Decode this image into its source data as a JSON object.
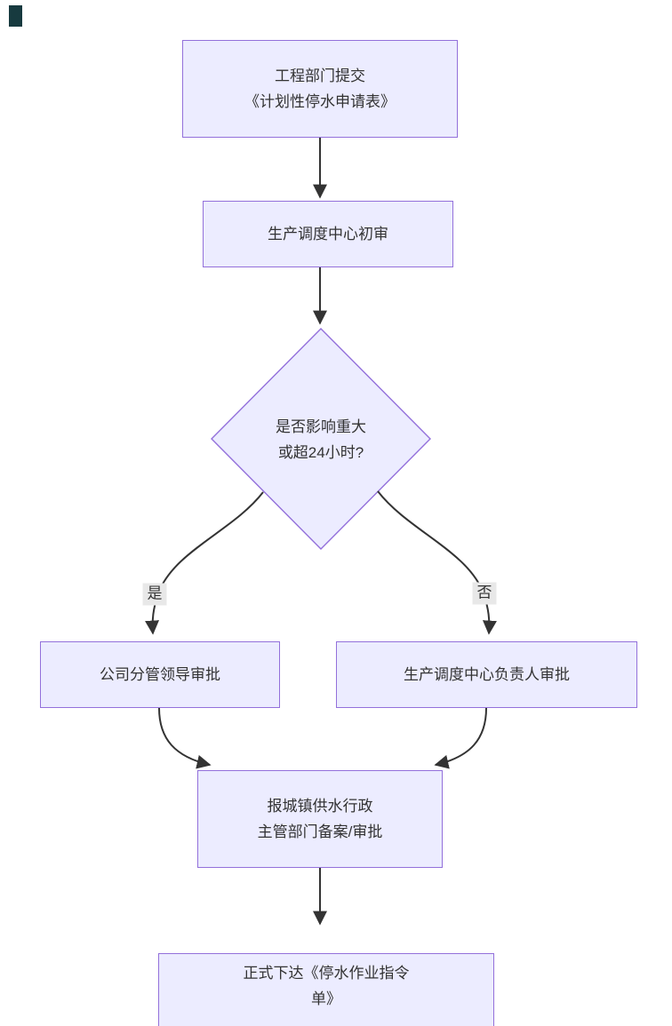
{
  "diagram": {
    "type": "flowchart",
    "direction": "top-down",
    "nodes": [
      {
        "id": "submit",
        "shape": "rect",
        "label": "工程部门提交\n《计划性停水申请表》"
      },
      {
        "id": "initial-review",
        "shape": "rect",
        "label": "生产调度中心初审"
      },
      {
        "id": "decision",
        "shape": "diamond",
        "label": "是否影响重大\n或超24小时?"
      },
      {
        "id": "leader-approval",
        "shape": "rect",
        "label": "公司分管领导审批"
      },
      {
        "id": "center-head-approval",
        "shape": "rect",
        "label": "生产调度中心负责人审批"
      },
      {
        "id": "gov-filing",
        "shape": "rect",
        "label": "报城镇供水行政\n主管部门备案/审批"
      },
      {
        "id": "issue-order",
        "shape": "rect",
        "label": "正式下达《停水作业指令\n单》"
      }
    ],
    "edges": [
      {
        "from": "submit",
        "to": "initial-review",
        "label": ""
      },
      {
        "from": "initial-review",
        "to": "decision",
        "label": ""
      },
      {
        "from": "decision",
        "to": "leader-approval",
        "label": "是"
      },
      {
        "from": "decision",
        "to": "center-head-approval",
        "label": "否"
      },
      {
        "from": "leader-approval",
        "to": "gov-filing",
        "label": ""
      },
      {
        "from": "center-head-approval",
        "to": "gov-filing",
        "label": ""
      },
      {
        "from": "gov-filing",
        "to": "issue-order",
        "label": ""
      }
    ],
    "colors": {
      "node_fill": "#ECECFF",
      "node_border": "#9370DB",
      "edge_line": "#333333",
      "text": "#333333",
      "edge_label_background": "#e8e8e8",
      "corner_mark": "#173a3f",
      "background": "#ffffff"
    }
  }
}
